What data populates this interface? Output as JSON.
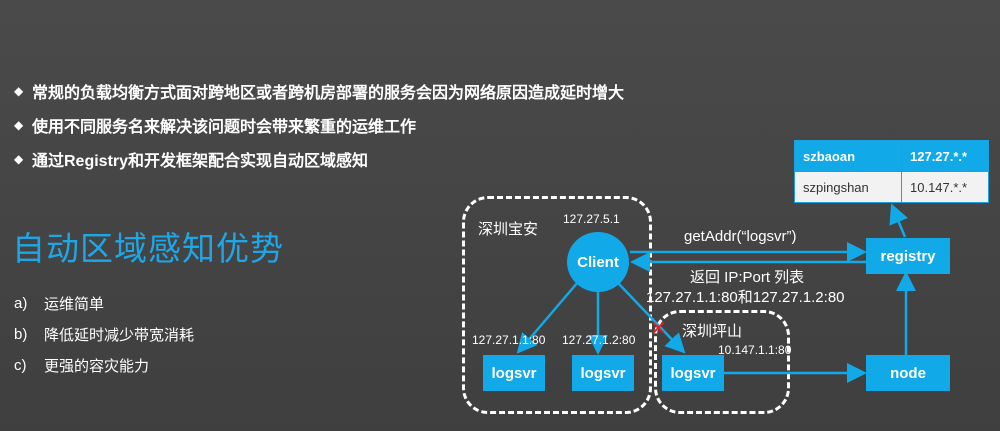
{
  "bullets": [
    "常规的负载均衡方式面对跨地区或者跨机房部署的服务会因为网络原因造成延时增大",
    "使用不同服务名来解决该问题时会带来繁重的运维工作",
    "通过Registry和开发框架配合实现自动区域感知"
  ],
  "heading": "自动区域感知优势",
  "advantages": [
    {
      "letter": "a)",
      "text": "运维简单"
    },
    {
      "letter": "b)",
      "text": "降低延时减少带宽消耗"
    },
    {
      "letter": "c)",
      "text": "更强的容灾能力"
    }
  ],
  "diagram": {
    "region_baoan": "深圳宝安",
    "region_pingshan": "深圳坪山",
    "client": {
      "label": "Client",
      "ip": "127.27.5.1"
    },
    "logsvr_label": "logsvr",
    "logsvr1_ip": "127.27.1.1:80",
    "logsvr2_ip": "127.27.1.2:80",
    "logsvr3_ip": "10.147.1.1:80",
    "registry": "registry",
    "node": "node",
    "request": "getAddr(“logsvr”)",
    "response_line1": "返回 IP:Port 列表",
    "response_line2": "127.27.1.1:80和127.27.1.2:80",
    "blocked_mark": "✕",
    "registry_table": [
      {
        "region": "szbaoan",
        "prefix": "127.27.*.*"
      },
      {
        "region": "szpingshan",
        "prefix": "10.147.*.*"
      }
    ],
    "colors": {
      "accent": "#12a9e8",
      "blocked": "#e02020"
    }
  }
}
